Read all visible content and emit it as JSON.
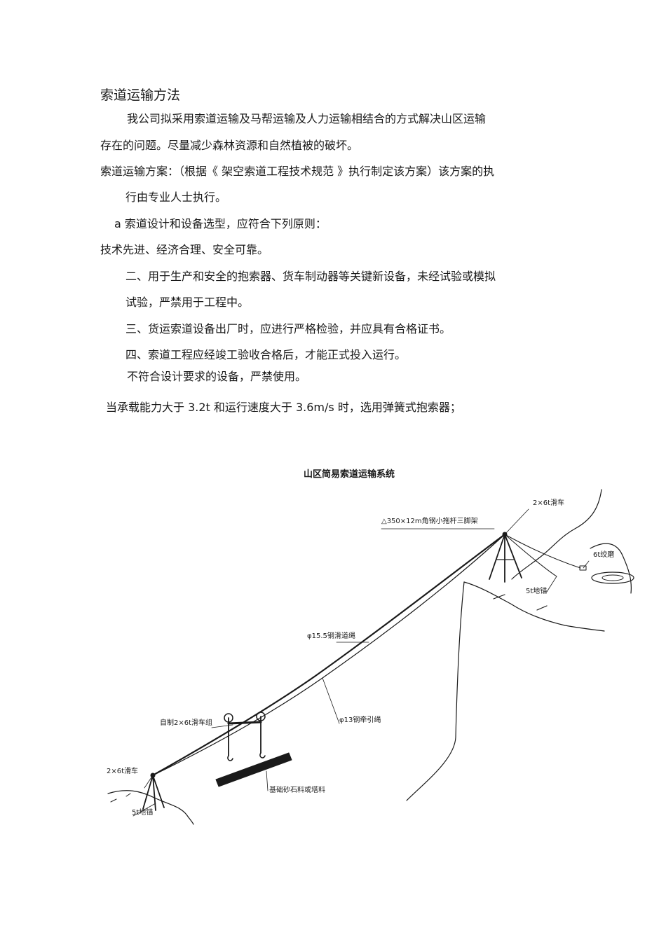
{
  "document": {
    "heading": "索道运输方法",
    "paragraphs": [
      "我公司拟采用索道运输及马帮运输及人力运输相结合的方式解决山区运输",
      "存在的问题。尽量减少森林资源和自然植被的破坏。",
      "索道运输方案：（根据《 架空索道工程技术规范 》执行制定该方案）该方案的执",
      "行由专业人士执行。",
      "a 索道设计和设备选型，应符合下列原则：",
      "技术先进、经济合理、安全可靠。",
      "二、用于生产和安全的抱索器、货车制动器等关键新设备，未经试验或模拟",
      "试验，严禁用于工程中。",
      "三、货运索道设备出厂时，应进行严格检验，并应具有合格证书。",
      "四、索道工程应经竣工验收合格后，才能正式投入运行。",
      "不符合设计要求的设备，严禁使用。",
      "当承载能力大于  3.2t  和运行速度大于  3.6m/s  时，选用弹簧式抱索器；"
    ]
  },
  "diagram": {
    "title": "山区简易索道运输系统",
    "labels": {
      "top_pulley": "2×6t滑车",
      "tripod": "△350×12m角钢小拖杆三脚架",
      "winch": "6t绞磨",
      "top_anchor": "5t地锚",
      "track_rope": "φ15.5钢滑道绳",
      "haul_rope": "φ13钢牵引绳",
      "trolley_group": "自制2×6t滑车组",
      "load": "基础砂石料或塔料",
      "bottom_pulley": "2×6t滑车",
      "bottom_anchor": "5t地锚"
    },
    "colors": {
      "ink": "#1a1a1a"
    }
  }
}
